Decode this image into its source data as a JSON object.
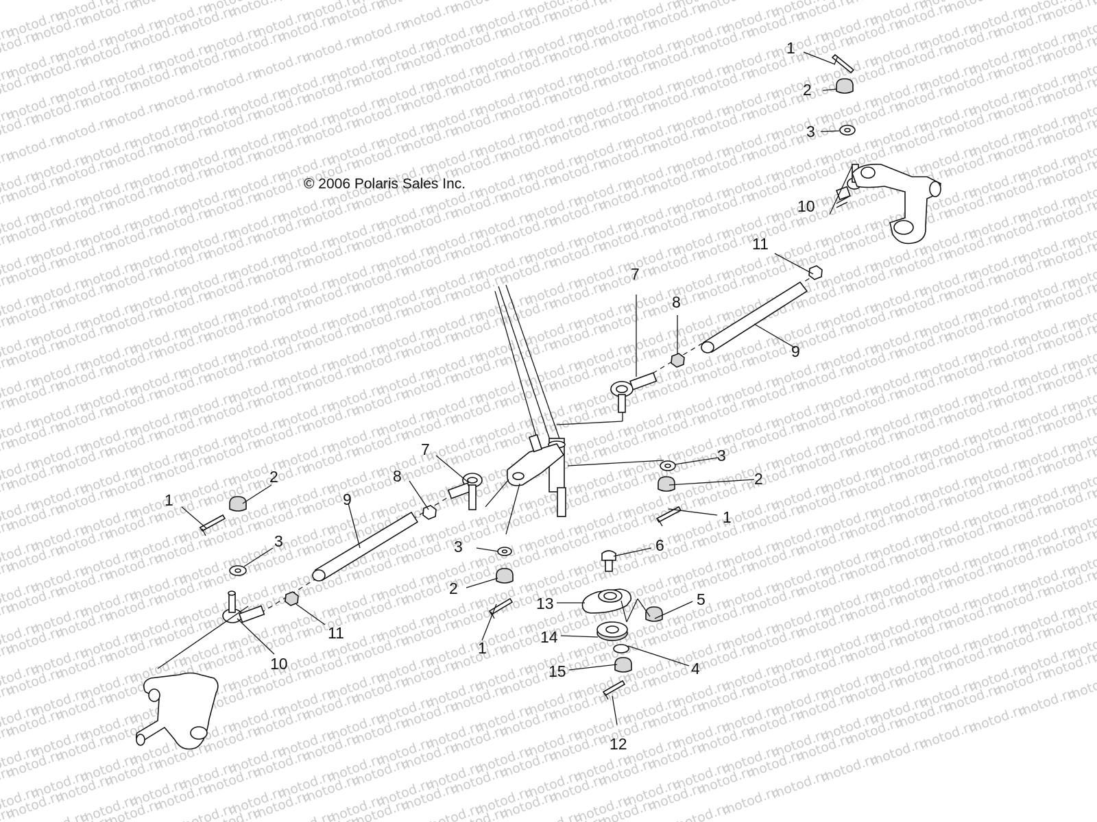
{
  "diagram": {
    "copyright": "© 2006 Polaris Sales Inc.",
    "watermark": "motod.ru",
    "callouts": [
      {
        "id": "c1a",
        "label": "1"
      },
      {
        "id": "c2a",
        "label": "2"
      },
      {
        "id": "c3a",
        "label": "3"
      },
      {
        "id": "c10a",
        "label": "10"
      },
      {
        "id": "c11a",
        "label": "11"
      },
      {
        "id": "c7a",
        "label": "7"
      },
      {
        "id": "c8a",
        "label": "8"
      },
      {
        "id": "c9a",
        "label": "9"
      },
      {
        "id": "c3b",
        "label": "3"
      },
      {
        "id": "c2b",
        "label": "2"
      },
      {
        "id": "c1b",
        "label": "1"
      },
      {
        "id": "c7b",
        "label": "7"
      },
      {
        "id": "c8b",
        "label": "8"
      },
      {
        "id": "c9b",
        "label": "9"
      },
      {
        "id": "c2c",
        "label": "2"
      },
      {
        "id": "c1c",
        "label": "1"
      },
      {
        "id": "c3c",
        "label": "3"
      },
      {
        "id": "c11b",
        "label": "11"
      },
      {
        "id": "c10b",
        "label": "10"
      },
      {
        "id": "c3d",
        "label": "3"
      },
      {
        "id": "c2d",
        "label": "2"
      },
      {
        "id": "c1d",
        "label": "1"
      },
      {
        "id": "c6",
        "label": "6"
      },
      {
        "id": "c13",
        "label": "13"
      },
      {
        "id": "c5",
        "label": "5"
      },
      {
        "id": "c14",
        "label": "14"
      },
      {
        "id": "c4",
        "label": "4"
      },
      {
        "id": "c15",
        "label": "15"
      },
      {
        "id": "c12",
        "label": "12"
      }
    ]
  }
}
